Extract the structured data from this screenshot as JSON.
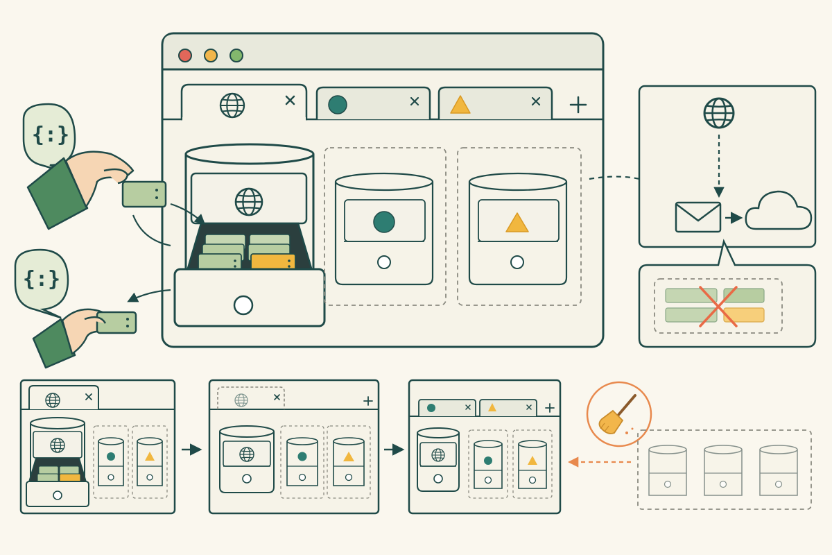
{
  "colors": {
    "background": "#faf7ee",
    "outline": "#1f4a48",
    "panel": "#f6f3e8",
    "titlebar": "#e8e9dc",
    "teal": "#2e7d72",
    "amber": "#f1b73f",
    "green_card": "#b7cda1",
    "sleeve": "#4e8a5f",
    "skin": "#f6d6b4",
    "bubble": "#e5ecd6",
    "bubble_text": "#1f4a48",
    "close_light": "#e2675a",
    "min_light": "#f2b64b",
    "max_light": "#83b86d",
    "cross": "#e96a46",
    "broom_accent": "#e8894d",
    "dash": "#8a8a80"
  },
  "icons": {
    "tab_site": "globe-icon",
    "tab_teal": "teal-circle-icon",
    "tab_amber": "amber-triangle-icon",
    "new_tab": "plus-icon",
    "tab_close": "close-icon",
    "api_bubble": "code-braces-icon",
    "message": "envelope-icon",
    "cloud": "cloud-icon",
    "cleanup": "broom-icon"
  },
  "bubbles": {
    "store_symbol": "{:}",
    "retrieve_symbol": "{:}"
  },
  "window": {
    "tabs": [
      {
        "id": "site",
        "icon": "globe-icon",
        "active": true
      },
      {
        "id": "teal",
        "icon": "teal-circle-icon",
        "active": false
      },
      {
        "id": "amber",
        "icon": "amber-triangle-icon",
        "active": false
      }
    ],
    "containers": [
      {
        "id": "site",
        "icon": "globe-icon",
        "drawer_open": true,
        "stored_items": [
          "green",
          "green",
          "green",
          "green",
          "green",
          "amber"
        ]
      },
      {
        "id": "teal",
        "icon": "teal-circle-icon",
        "drawer_open": false
      },
      {
        "id": "amber",
        "icon": "amber-triangle-icon",
        "drawer_open": false
      }
    ]
  },
  "sequence": [
    {
      "step": 1,
      "tabs_open": 1,
      "containers_filled": 3
    },
    {
      "step": 2,
      "tabs_open": 1,
      "containers_filled": 3
    },
    {
      "step": 3,
      "tabs_open": 2,
      "containers_filled": 3
    },
    {
      "step": 4,
      "tabs_open": 0,
      "containers_filled": 0
    }
  ]
}
